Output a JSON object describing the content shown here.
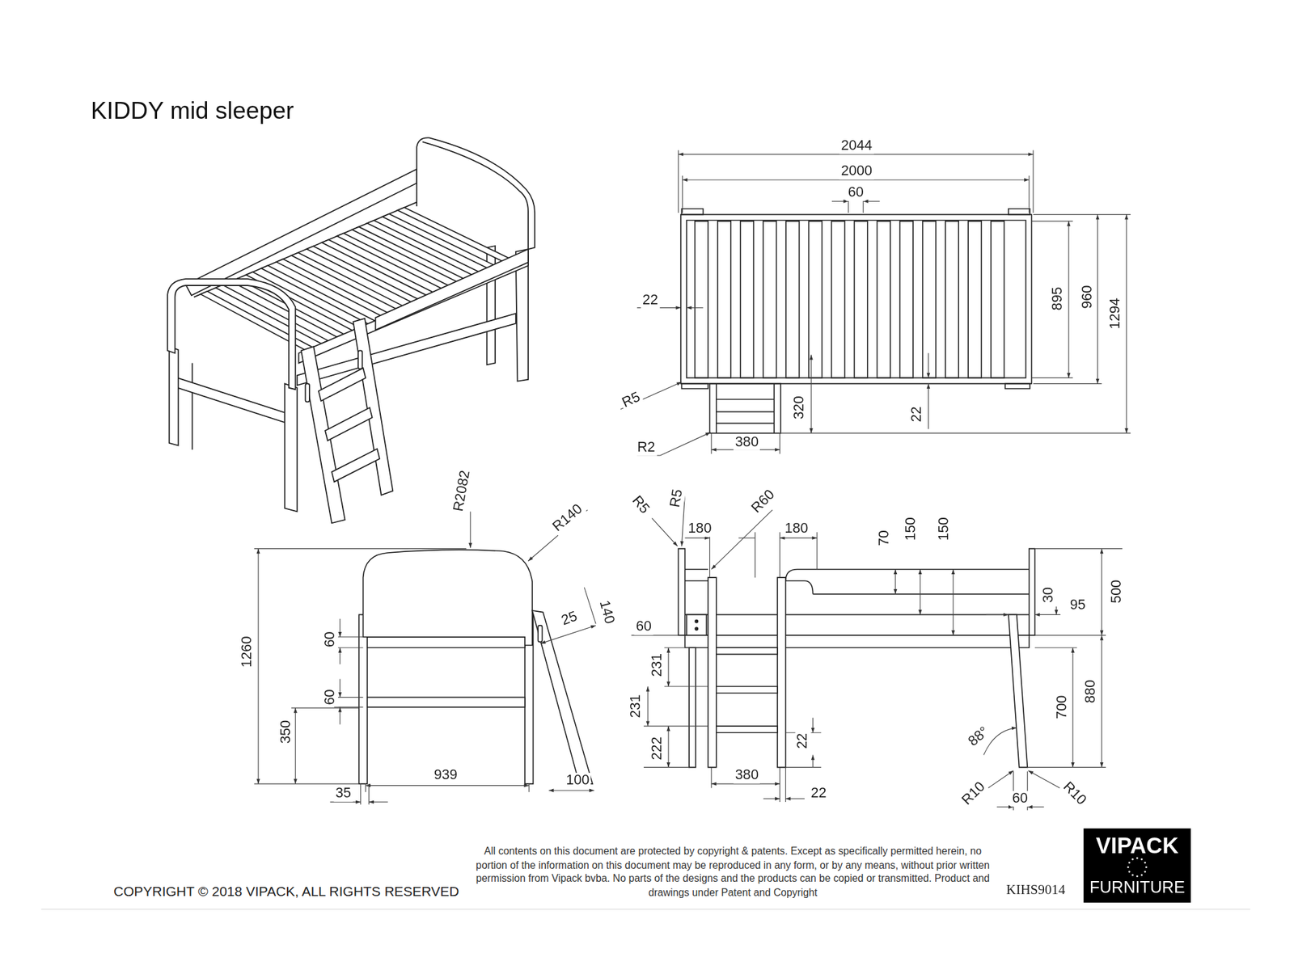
{
  "diagram": {
    "title": "KIDDY mid sleeper",
    "nodes": [
      {
        "text": [
          "VIPACK",
          "FURNITURE"
        ]
      }
    ],
    "labels": [
      "2044",
      "2000",
      "60",
      "22",
      "895",
      "960",
      "1294",
      "R5",
      "320",
      "22",
      "R2",
      "380",
      "R2082",
      "R140",
      "1260",
      "60",
      "60",
      "350",
      "140",
      "25",
      "939",
      "35",
      "100",
      "R5",
      "R5",
      "R60",
      "180",
      "180",
      "70",
      "150",
      "150",
      "500",
      "30",
      "95",
      "60",
      "231",
      "231",
      "222",
      "22",
      "700",
      "880",
      "88°",
      "380",
      "22",
      "R10",
      "60",
      "R10",
      "COPYRIGHT © 2018 VIPACK, ALL RIGHTS RESERVED",
      "All contents on this document are protected by copyright & patents. Except as specifically permitted herein, no portion of the information on this document may be reproduced in any form, or by any means, without prior written permission from Vipack bvba. No parts of the designs and the products can be copied or transmitted. Product and drawings under Patent and Copyright",
      "KIHS9014"
    ]
  }
}
